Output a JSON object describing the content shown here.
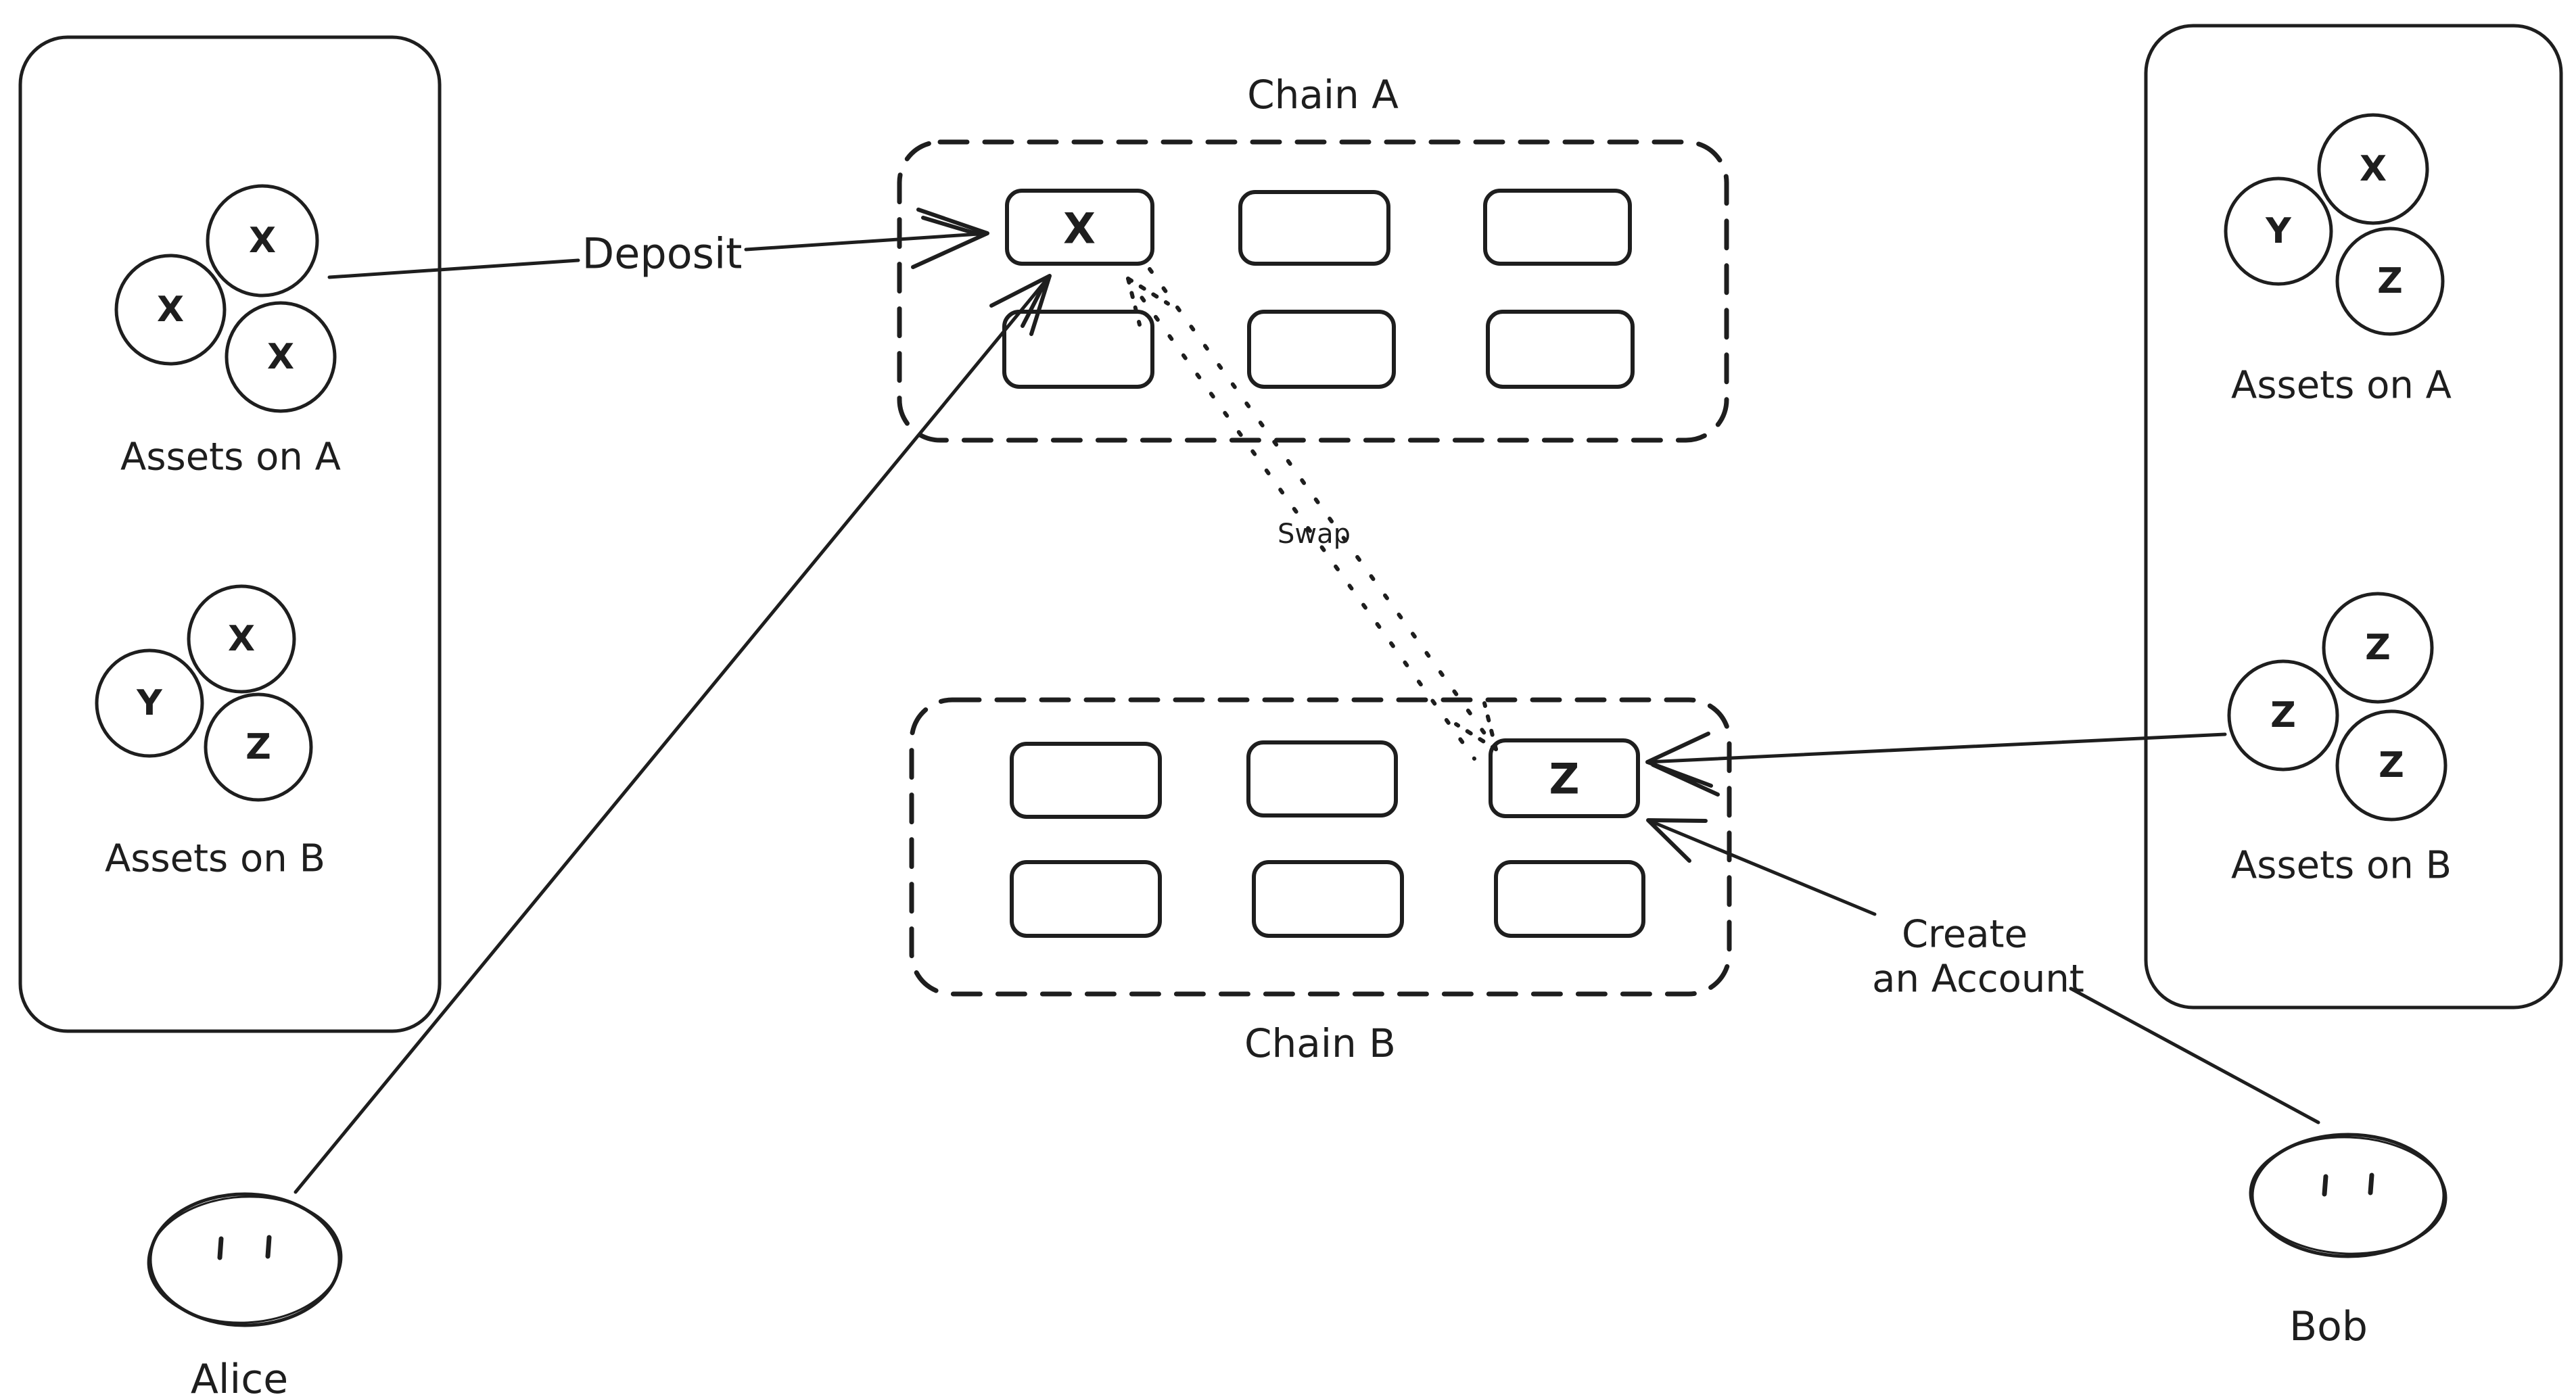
{
  "palette": {
    "ink": "#1e1e1e",
    "pink_hatch": "#ffc9c9",
    "green_hatch": "#b2f2bb",
    "background": "#ffffff"
  },
  "chain_a": {
    "title": "Chain A",
    "highlighted_cell": "X"
  },
  "chain_b": {
    "title": "Chain B",
    "highlighted_cell": "Z"
  },
  "alice": {
    "name": "Alice",
    "assets_on_a": {
      "label": "Assets on A",
      "coins": [
        "X",
        "X",
        "X"
      ]
    },
    "assets_on_b": {
      "label": "Assets on B",
      "coins": [
        "X",
        "Y",
        "Z"
      ]
    }
  },
  "bob": {
    "name": "Bob",
    "assets_on_a": {
      "label": "Assets on A",
      "coins": [
        "X",
        "Y",
        "Z"
      ]
    },
    "assets_on_b": {
      "label": "Assets on B",
      "coins": [
        "Z",
        "Z",
        "Z"
      ]
    }
  },
  "annotations": {
    "deposit": "Deposit",
    "swap": "Swap",
    "create_line1": "Create",
    "create_line2": "an Account"
  }
}
